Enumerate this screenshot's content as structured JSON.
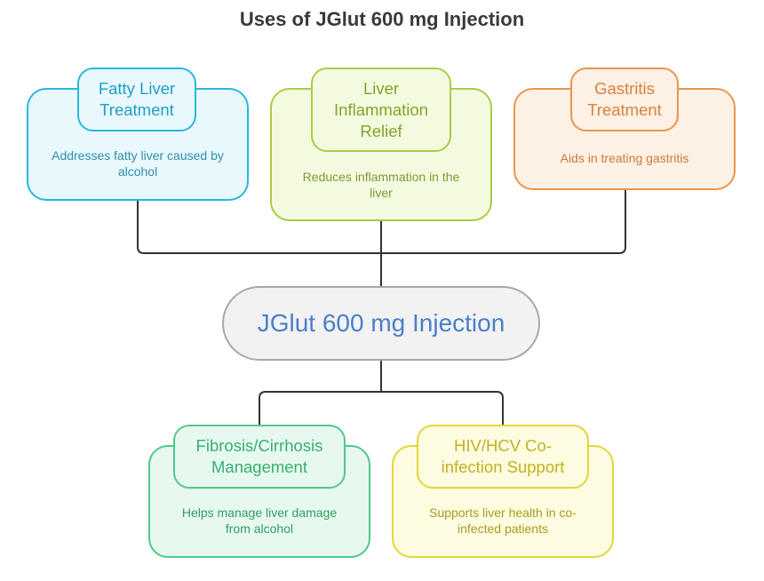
{
  "title": "Uses of JGlut 600 mg Injection",
  "center": {
    "label": "JGlut 600 mg Injection"
  },
  "top_nodes": [
    {
      "heading": "Fatty Liver\nTreatment",
      "description": "Addresses fatty liver caused by alcohol"
    },
    {
      "heading": "Liver\nInflammation\nRelief",
      "description": "Reduces inflammation in the liver"
    },
    {
      "heading": "Gastritis\nTreatment",
      "description": "Aids in treating gastritis"
    }
  ],
  "bottom_nodes": [
    {
      "heading": "Fibrosis/Cirrhosis\nManagement",
      "description": "Helps manage liver damage from alcohol"
    },
    {
      "heading": "HIV/HCV Co-\ninfection Support",
      "description": "Supports liver health in co-infected patients"
    }
  ],
  "colors": {
    "connector": "#333333",
    "fatty_liver": "#29b7dd",
    "inflammation": "#a9cd43",
    "gastritis": "#e9964a",
    "fibrosis": "#50c98a",
    "hiv_hcv": "#e3d63c",
    "center_border": "#a8a8a8",
    "center_text": "#4a7fc9"
  }
}
